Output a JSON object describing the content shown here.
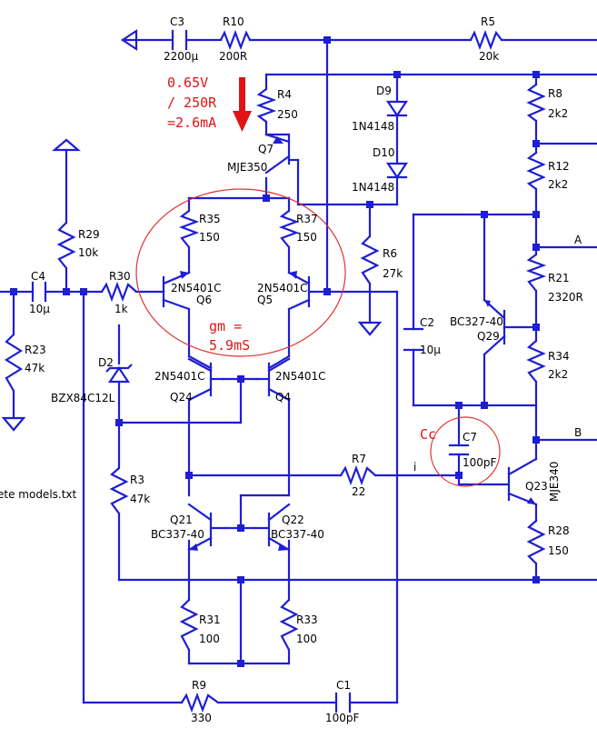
{
  "components": {
    "c3": {
      "name": "C3",
      "value": "2200μ"
    },
    "r10": {
      "name": "R10",
      "value": "200R"
    },
    "r5": {
      "name": "R5",
      "value": "20k"
    },
    "r4": {
      "name": "R4",
      "value": "250"
    },
    "d9": {
      "name": "D9",
      "value": "1N4148"
    },
    "d10": {
      "name": "D10",
      "value": "1N4148"
    },
    "q7": {
      "name": "Q7",
      "value": "MJE350"
    },
    "r8": {
      "name": "R8",
      "value": "2k2"
    },
    "r12": {
      "name": "R12",
      "value": "2k2"
    },
    "r35": {
      "name": "R35",
      "value": "150"
    },
    "r37": {
      "name": "R37",
      "value": "150"
    },
    "r6": {
      "name": "R6",
      "value": "27k"
    },
    "r29": {
      "name": "R29",
      "value": "10k"
    },
    "c4": {
      "name": "C4",
      "value": "10μ"
    },
    "r30": {
      "name": "R30",
      "value": "1k"
    },
    "q6": {
      "name": "Q6",
      "value": "2N5401C"
    },
    "q5": {
      "name": "Q5",
      "value": "2N5401C"
    },
    "r21": {
      "name": "R21",
      "value": "2320R"
    },
    "r23": {
      "name": "R23",
      "value": "47k"
    },
    "c2": {
      "name": "C2",
      "value": "10μ"
    },
    "q29": {
      "name": "Q29",
      "value": "BC327-40"
    },
    "d2": {
      "name": "D2",
      "value": "BZX84C12L"
    },
    "q24": {
      "name": "Q24",
      "value": "2N5401C"
    },
    "q4": {
      "name": "Q4",
      "value": "2N5401C"
    },
    "r34": {
      "name": "R34",
      "value": "2k2"
    },
    "c7": {
      "name": "C7",
      "value": "100pF"
    },
    "r3": {
      "name": "R3",
      "value": "47k"
    },
    "r7": {
      "name": "R7",
      "value": "22"
    },
    "q23": {
      "name": "Q23",
      "value": "MJE340"
    },
    "q21": {
      "name": "Q21",
      "value": "BC337-40"
    },
    "q22": {
      "name": "Q22",
      "value": "BC337-40"
    },
    "r28": {
      "name": "R28",
      "value": "150"
    },
    "r31": {
      "name": "R31",
      "value": "100"
    },
    "r33": {
      "name": "R33",
      "value": "100"
    },
    "r9": {
      "name": "R9",
      "value": "330"
    },
    "c1": {
      "name": "C1",
      "value": "100pF"
    }
  },
  "net_labels": {
    "a": "A",
    "b": "B",
    "i": "i"
  },
  "annotations": {
    "current_line1": "0.65V",
    "current_line2": "/ 250R",
    "current_line3": "=2.6mA",
    "gm_line1": "gm =",
    "gm_line2": "5.9mS",
    "cc": "Cc"
  },
  "partial_text": "ete models.txt",
  "colors": {
    "wire": "#1e1ed2",
    "annotation": "#e01414",
    "text": "#000000"
  }
}
